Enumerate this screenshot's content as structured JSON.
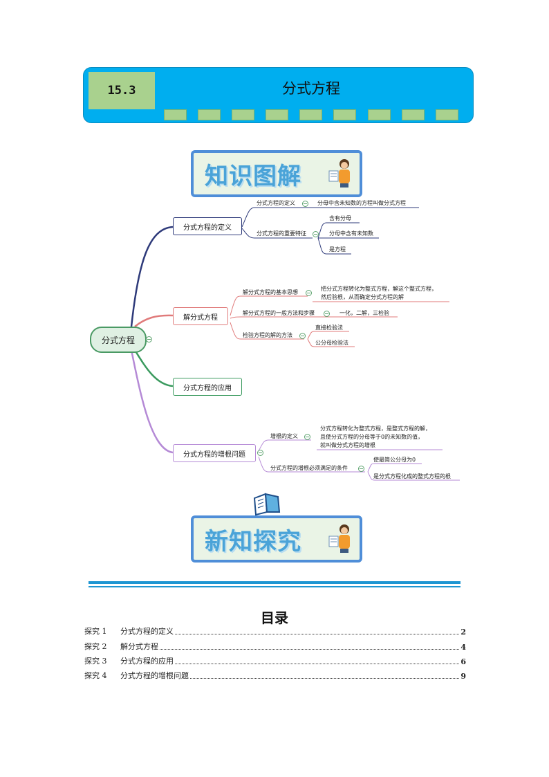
{
  "header": {
    "section_number": "15.3",
    "title": "分式方程"
  },
  "banners": {
    "knowledge": "知识图解",
    "explore": "新知探究"
  },
  "mindmap": {
    "root": "分式方程",
    "branches": [
      {
        "label": "分式方程的定义",
        "children": [
          {
            "label": "分式方程的定义",
            "children": [
              "分母中含未知数的方程叫做分式方程"
            ]
          },
          {
            "label": "分式方程的重要特征",
            "children": [
              "含有分母",
              "分母中含有未知数",
              "是方程"
            ]
          }
        ]
      },
      {
        "label": "解分式方程",
        "children": [
          {
            "label": "解分式方程的基本思想",
            "children": [
              "把分式方程转化为整式方程，解这个整式方程，",
              "然后验根，从而确定分式方程的解"
            ]
          },
          {
            "label": "解分式方程的一般方法和步骤",
            "children": [
              "一化，二解，三检验"
            ]
          },
          {
            "label": "检验方程的解的方法",
            "children": [
              "直接检验法",
              "公分母检验法"
            ]
          }
        ]
      },
      {
        "label": "分式方程的应用",
        "children": []
      },
      {
        "label": "分式方程的增根问题",
        "children": [
          {
            "label": "增根的定义",
            "children": [
              "分式方程转化为整式方程，是整式方程的解，",
              "且使分式方程的分母等于0的未知数的值，",
              "就叫做分式方程的增根"
            ]
          },
          {
            "label": "分式方程的增根必须满足的条件",
            "children": [
              "使最简公分母为0",
              "是分式方程化成的整式方程的根"
            ]
          }
        ]
      }
    ]
  },
  "toc": {
    "title": "目录",
    "items": [
      {
        "no": "探究 1",
        "text": "分式方程的定义",
        "page": "2"
      },
      {
        "no": "探究 2",
        "text": "解分式方程",
        "page": "4"
      },
      {
        "no": "探究 3",
        "text": "分式方程的应用",
        "page": "6"
      },
      {
        "no": "探究 4",
        "text": "分式方程的增根问题",
        "page": "9"
      }
    ]
  }
}
